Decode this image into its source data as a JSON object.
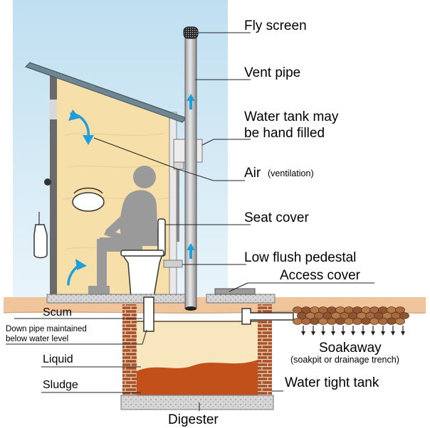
{
  "labels": {
    "fly_screen": "Fly screen",
    "vent_pipe": "Vent pipe",
    "water_tank_line1": "Water tank may",
    "water_tank_line2": "be hand filled",
    "air": "Air",
    "air_note": "(ventilation)",
    "seat_cover": "Seat cover",
    "low_flush_pedestal": "Low flush pedestal",
    "access_cover": "Access cover",
    "scum": "Scum",
    "down_pipe_line1": "Down pipe maintained",
    "down_pipe_line2": "below water level",
    "soakaway": "Soakaway",
    "soakaway_note": "(soakpit or drainage trench)",
    "liquid": "Liquid",
    "water_tight_tank": "Water tight tank",
    "sludge": "Sludge",
    "digester": "Digester"
  },
  "colors": {
    "sky": "#cde6f4",
    "wall": "#f6dfa8",
    "ground": "#f1c59c",
    "liquid": "#f8e6bf",
    "sludge": "#c1501b",
    "brick": "#a9552b",
    "figure": "#9a9a9a",
    "roof": "#6f8794",
    "arrow": "#1e9fdc",
    "gravel": "#a9683d"
  }
}
